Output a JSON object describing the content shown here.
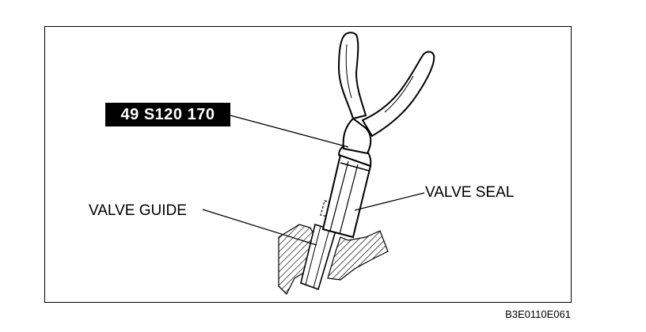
{
  "diagram": {
    "tool_part_number": "49 S120 170",
    "labels": {
      "valve_seal": "VALVE SEAL",
      "valve_guide": "VALVE GUIDE"
    },
    "figure_code": "B3E0110E061"
  },
  "colors": {
    "ink": "#000000",
    "paper": "#ffffff",
    "label_box_bg": "#000000",
    "label_box_text": "#ffffff"
  },
  "icons": {
    "tool": "valve-seal-installer-icon",
    "cylinder_head": "cylinder-head-section-icon"
  }
}
